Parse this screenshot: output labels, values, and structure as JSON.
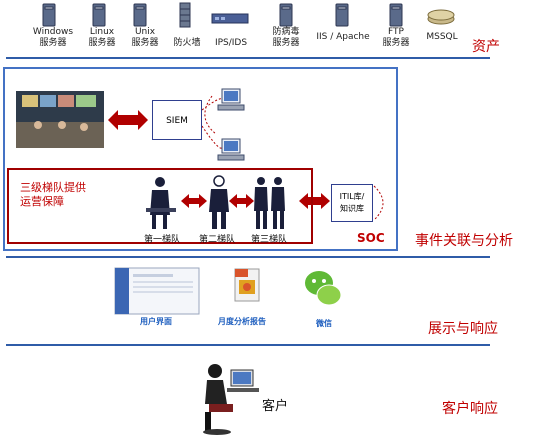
{
  "assets": {
    "items": [
      {
        "label": "Windows\n服务器",
        "icon": "server-tower-icon"
      },
      {
        "label": "Linux\n服务器",
        "icon": "server-tower-icon"
      },
      {
        "label": "Unix\n服务器",
        "icon": "server-tower-icon"
      },
      {
        "label": "防火墙",
        "icon": "firewall-icon"
      },
      {
        "label": "IPS/IDS",
        "icon": "network-appliance-icon"
      },
      {
        "label": "防病毒\n服务器",
        "icon": "server-tower-icon"
      },
      {
        "label": "IIS / Apache",
        "icon": "server-tower-icon"
      },
      {
        "label": "FTP\n服务器",
        "icon": "server-tower-icon"
      },
      {
        "label": "MSSQL",
        "icon": "database-icon"
      }
    ],
    "title": "资产"
  },
  "soc": {
    "siem_label": "SIEM",
    "team_caption": "三级梯队提供\n运营保障",
    "teams": [
      "第一梯队",
      "第二梯队",
      "第三梯队"
    ],
    "itil_label": "ITIL库/\n知识库",
    "soc_label": "SOC",
    "section_title": "事件关联与分析"
  },
  "display": {
    "apps": [
      "用户界面",
      "月度分析报告",
      "微信"
    ],
    "section_title": "展示与响应"
  },
  "customer": {
    "label": "客户",
    "section_title": "客户响应"
  },
  "colors": {
    "accent_red": "#c00000",
    "frame_blue": "#4472c4",
    "arrow_red": "#b00000"
  }
}
